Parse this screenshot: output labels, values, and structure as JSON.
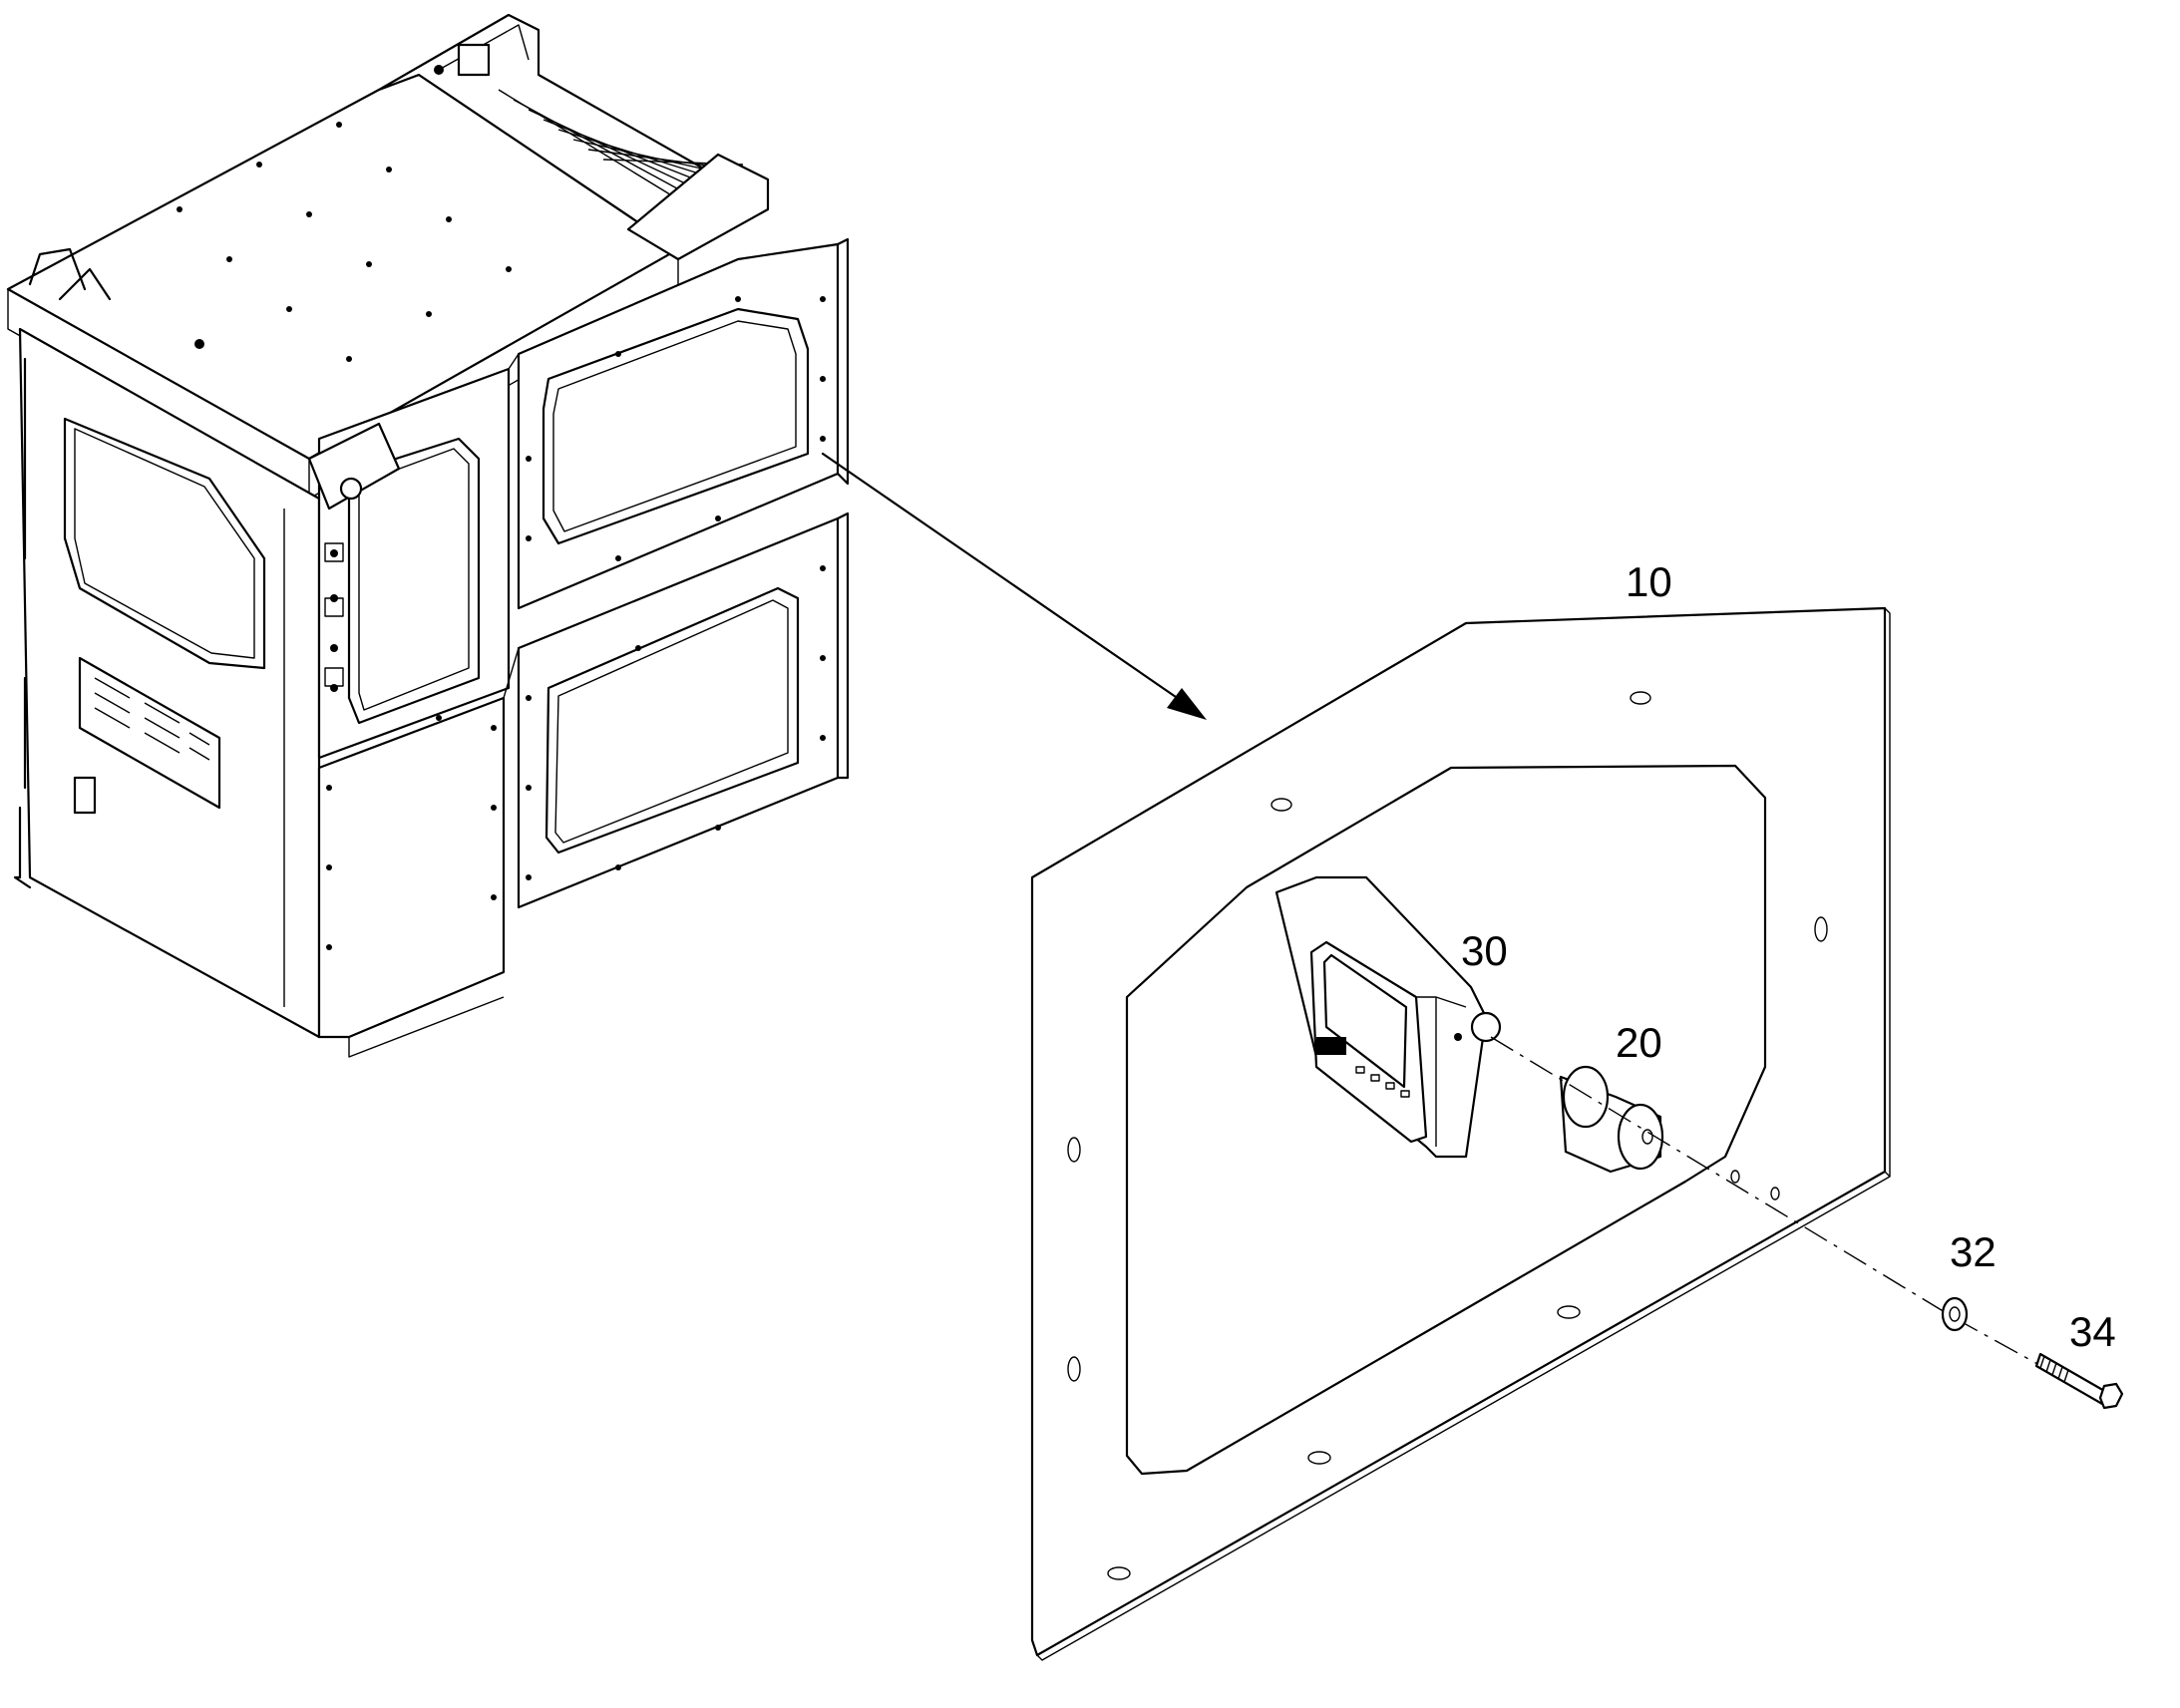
{
  "callouts": {
    "item_10": "10",
    "item_20": "20",
    "item_30": "30",
    "item_32": "32",
    "item_34": "34"
  },
  "colors": {
    "line": "#000000",
    "background": "#ffffff"
  }
}
